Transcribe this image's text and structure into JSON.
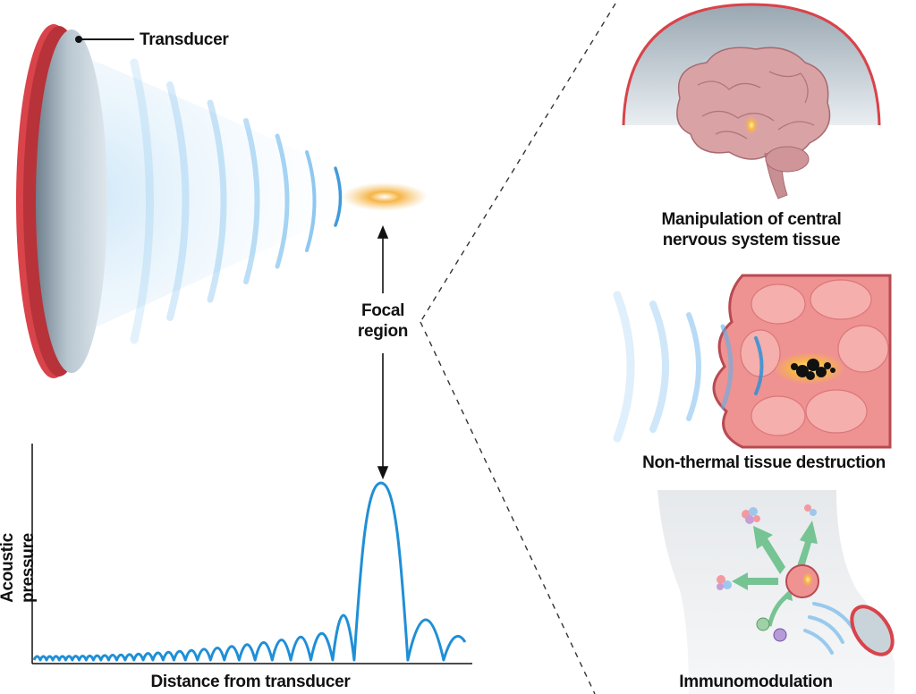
{
  "labels": {
    "transducer": "Transducer",
    "focal_line1": "Focal",
    "focal_line2": "region",
    "ylabel": "Acoustic pressure",
    "xlabel": "Distance from transducer",
    "cns_line1": "Manipulation of central",
    "cns_line2": "nervous system tissue",
    "nonthermal": "Non-thermal tissue destruction",
    "immuno": "Immunomodulation"
  },
  "colors": {
    "transducer_rim": "#d9434a",
    "wave_blue": "#2e8fd6",
    "focus_orange": "#f2a531",
    "tissue_pink": "#ef8f8f",
    "tissue_dark": "#b84a52",
    "brain": "#d7a1a4",
    "dashed": "#333333"
  },
  "chart_data": {
    "type": "line",
    "xlabel": "Distance from transducer",
    "ylabel": "Acoustic pressure",
    "description_series": "pressure lobes increasing toward main focal peak, then small side lobes"
  }
}
